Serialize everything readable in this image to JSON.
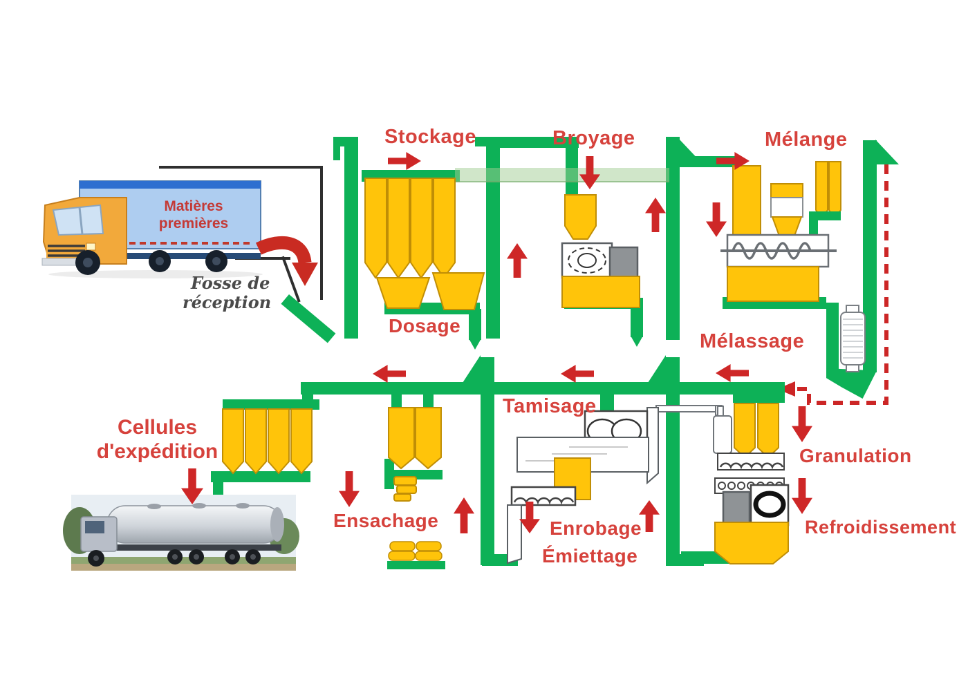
{
  "diagram_title": "Feed mill process flow diagram",
  "colors": {
    "pipe_green": "#0db157",
    "light_green_band": "#a2ce94",
    "silo_yellow": "#ffc40a",
    "silo_outline": "#c08e06",
    "label_red": "#d6423c",
    "arrow_red": "#ce2727",
    "dashed_red": "#cc2626",
    "machine_grey": "#8f9396",
    "trailer_blue": "#aecdf0",
    "trailer_stripe_blue": "#2e6fd0",
    "cab_yellow": "#f2a93b",
    "handwriting_grey": "#4a4a4a"
  },
  "labels": {
    "matieres_l1": "Matières",
    "matieres_l2": "premières",
    "fosse_l1": "Fosse de",
    "fosse_l2": "réception",
    "stockage": "Stockage",
    "dosage": "Dosage",
    "broyage": "Broyage",
    "melange": "Mélange",
    "melassage": "Mélassage",
    "tamisage": "Tamisage",
    "granulation": "Granulation",
    "refroidissement": "Refroidissement",
    "enrobage": "Enrobage",
    "emiettage": "Émiettage",
    "ensachage": "Ensachage",
    "cellules_l1": "Cellules",
    "cellules_l2": "d'expédition"
  },
  "process_steps": [
    "Matières premières",
    "Fosse de réception",
    "Stockage",
    "Dosage",
    "Broyage",
    "Mélange",
    "Mélassage",
    "Granulation",
    "Refroidissement",
    "Émiettage",
    "Enrobage",
    "Tamisage",
    "Ensachage",
    "Cellules d'expédition"
  ]
}
